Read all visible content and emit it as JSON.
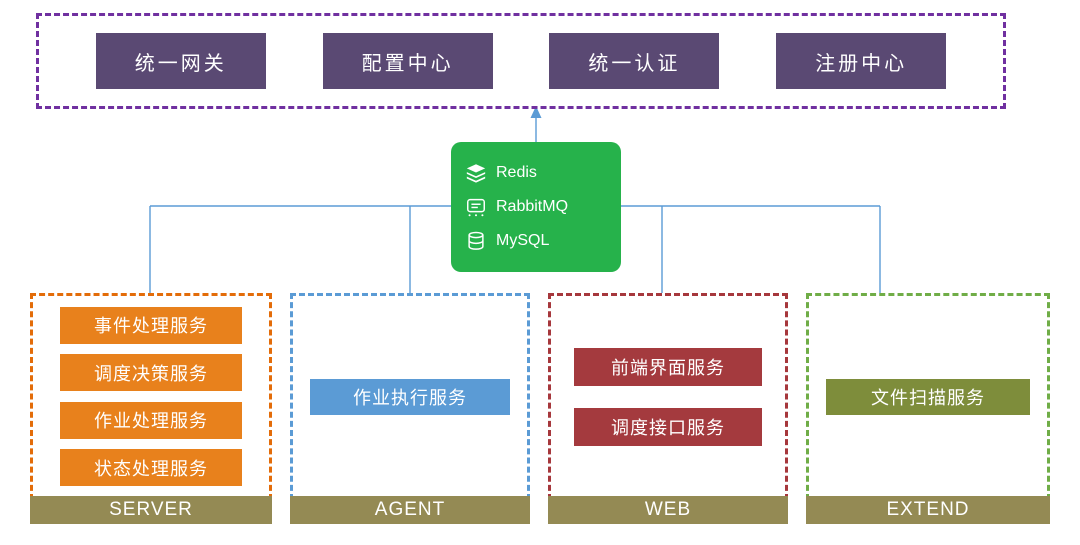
{
  "diagram": {
    "top_row": {
      "items": [
        "统一网关",
        "配置中心",
        "统一认证",
        "注册中心"
      ],
      "border_color": "#7030A0",
      "box_color": "#5A4973"
    },
    "middleware": {
      "box_color": "#26B24B",
      "items": [
        {
          "label": "Redis",
          "icon": "redis-icon"
        },
        {
          "label": "RabbitMQ",
          "icon": "rabbitmq-icon"
        },
        {
          "label": "MySQL",
          "icon": "mysql-icon"
        }
      ]
    },
    "groups": [
      {
        "name": "SERVER",
        "border_color": "#E36C09",
        "service_color": "#E8811C",
        "services": [
          "事件处理服务",
          "调度决策服务",
          "作业处理服务",
          "状态处理服务"
        ]
      },
      {
        "name": "AGENT",
        "border_color": "#5B9BD5",
        "service_color": "#5B9BD5",
        "services": [
          "作业执行服务"
        ]
      },
      {
        "name": "WEB",
        "border_color": "#A6373C",
        "service_color": "#A43A3E",
        "services": [
          "前端界面服务",
          "调度接口服务"
        ]
      },
      {
        "name": "EXTEND",
        "border_color": "#70AD47",
        "service_color": "#7E8D3B",
        "services": [
          "文件扫描服务"
        ]
      }
    ],
    "footer_bar_color": "#948A54",
    "connector_color": "#5B9BD5"
  }
}
